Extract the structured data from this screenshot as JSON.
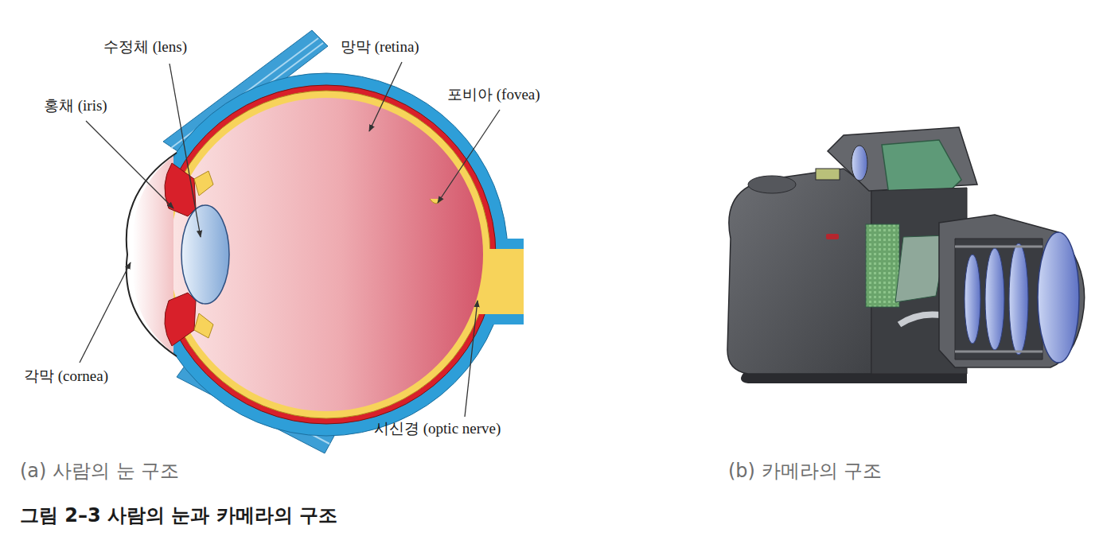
{
  "diagram": {
    "caption": "그림 2–3 사람의 눈과 카메라의 구조",
    "labels": [
      "수정체 (lens)",
      "홍채 (iris)",
      "망막 (retina)",
      "포비아 (fovea)",
      "각막 (cornea)",
      "시신경 (optic nerve)",
      "(a) 사람의 눈 구조",
      "(b) 카메라의 구조"
    ]
  }
}
